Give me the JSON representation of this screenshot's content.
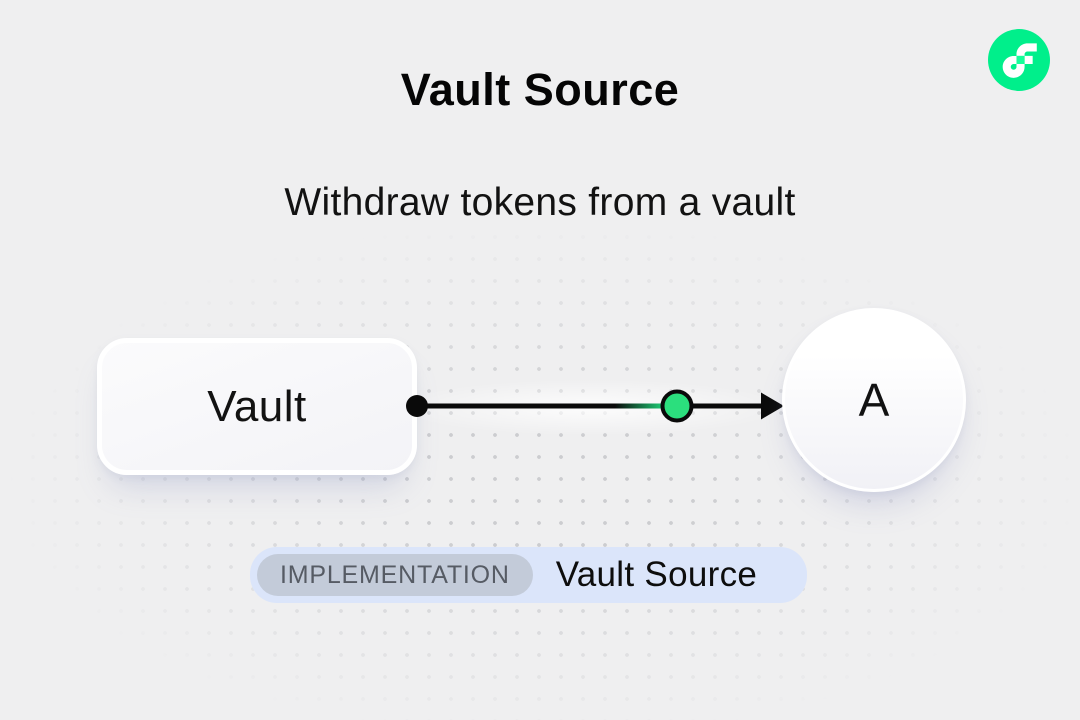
{
  "header": {
    "title": "Vault Source",
    "subtitle": "Withdraw tokens from a vault"
  },
  "brand": {
    "icon": "flow-logo-icon",
    "logo_green": "#00EF8B",
    "logo_accent_green": "#16FF99"
  },
  "diagram": {
    "source_node": {
      "label": "Vault",
      "shape": "rounded-rect"
    },
    "target_node": {
      "label": "A",
      "shape": "circle"
    },
    "edge": {
      "direction": "left-to-right",
      "line_color": "#0a0a0a",
      "marker_color": "#2BDF7D"
    }
  },
  "badge": {
    "tag": "IMPLEMENTATION",
    "label": "Vault Source",
    "bg_color": "#dbe5fa",
    "tag_bg_color": "#c3cbd9",
    "tag_text_color": "#565b64"
  },
  "colors": {
    "background": "#efeff0",
    "dots": "#c9cacd",
    "text": "#0d0d0d"
  }
}
